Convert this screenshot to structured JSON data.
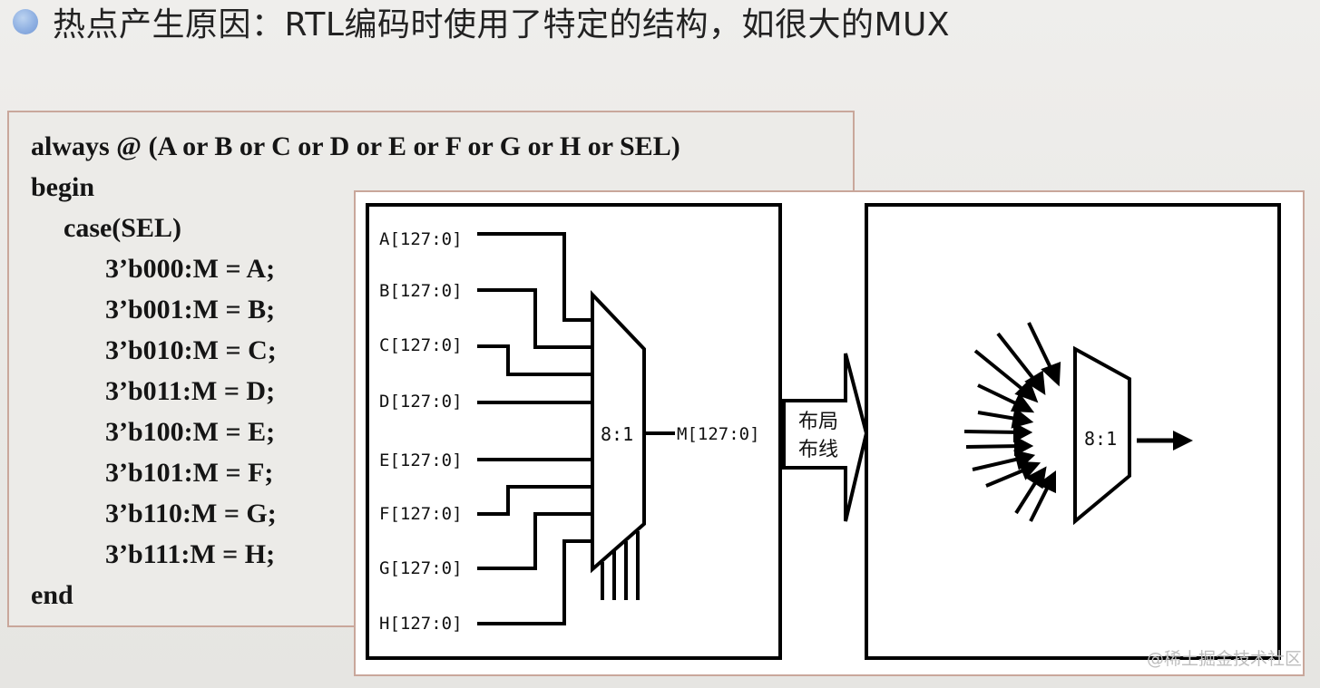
{
  "title": "热点产生原因：RTL编码时使用了特定的结构，如很大的MUX",
  "code": {
    "lines": [
      {
        "text": "always @ (A or B or C or D or E or F or G or H or SEL)",
        "indent": 0
      },
      {
        "text": "begin",
        "indent": 0
      },
      {
        "text": "case(SEL)",
        "indent": 1
      },
      {
        "text": "3’b000:M = A;",
        "indent": 2
      },
      {
        "text": "3’b001:M = B;",
        "indent": 2
      },
      {
        "text": "3’b010:M = C;",
        "indent": 2
      },
      {
        "text": "3’b011:M = D;",
        "indent": 2
      },
      {
        "text": "3’b100:M = E;",
        "indent": 2
      },
      {
        "text": "3’b101:M = F;",
        "indent": 2
      },
      {
        "text": "3’b110:M = G;",
        "indent": 2
      },
      {
        "text": "3’b111:M = H;",
        "indent": 2
      },
      {
        "text": "end",
        "indent": 0
      }
    ]
  },
  "diagram": {
    "inputs": [
      "A[127:0]",
      "B[127:0]",
      "C[127:0]",
      "D[127:0]",
      "E[127:0]",
      "F[127:0]",
      "G[127:0]",
      "H[127:0]"
    ],
    "mux_label": "8:1",
    "output_label": "M[127:0]",
    "transition_label_line1": "布局",
    "transition_label_line2": "布线",
    "right_mux_label": "8:1"
  },
  "watermark": "@稀土掘金技术社区",
  "colors": {
    "background": "#ecebe8",
    "frame_border": "#c9a79b",
    "bullet": "#8fb0e2"
  }
}
